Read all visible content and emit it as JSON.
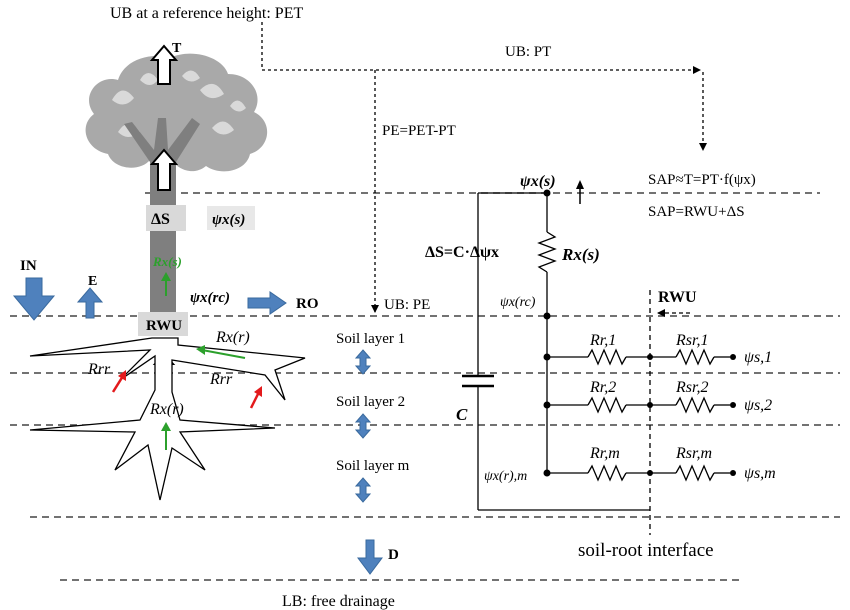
{
  "boundaries": {
    "ub_reference": "UB at a reference height: PET",
    "ub_pt": "UB: PT",
    "pe_eq": "PE=PET-PT",
    "ub_pe": "UB: PE",
    "lb": "LB: free drainage"
  },
  "plant": {
    "transpiration": "T",
    "storage": "ΔS",
    "psi_xs": "ψx(s)",
    "r_xs": "Rx(s)",
    "psi_xrc": "ψx(rc)",
    "rwu": "RWU",
    "r_xr_upper": "Rx(r)",
    "r_rr_left": "Rrr",
    "r_rr_right": "Rrr",
    "r_xr_lower": "Rx(r)"
  },
  "fluxes": {
    "infiltration": "IN",
    "evaporation": "E",
    "runoff": "RO",
    "drainage": "D"
  },
  "soil_layers": [
    "Soil layer 1",
    "Soil layer 2",
    "Soil layer m"
  ],
  "circuit": {
    "psi_xs": "ψx(s)",
    "storage_eq": "ΔS=C·Δψx",
    "r_xs": "Rx(s)",
    "psi_xrc": "ψx(rc)",
    "capacitor": "C",
    "psi_xrm": "ψx(r),m",
    "rwu": "RWU",
    "rows": [
      {
        "rr": "Rr,1",
        "rsr": "Rsr,1",
        "psi_s": "ψs,1"
      },
      {
        "rr": "Rr,2",
        "rsr": "Rsr,2",
        "psi_s": "ψs,2"
      },
      {
        "rr": "Rr,m",
        "rsr": "Rsr,m",
        "psi_s": "ψs,m"
      }
    ],
    "interface_label": "soil-root interface"
  },
  "equations": {
    "sap_t": "SAP≈T=PT·f(ψx)",
    "sap_sum": "SAP=RWU+ΔS"
  },
  "colors": {
    "canopy": "#a9a9a9",
    "trunk": "#7f7f7f",
    "arrow_blue": "#4f81bd",
    "arrow_green": "#2ca02c",
    "arrow_red": "#e31a1c",
    "label_box": "#d9d9d9"
  }
}
